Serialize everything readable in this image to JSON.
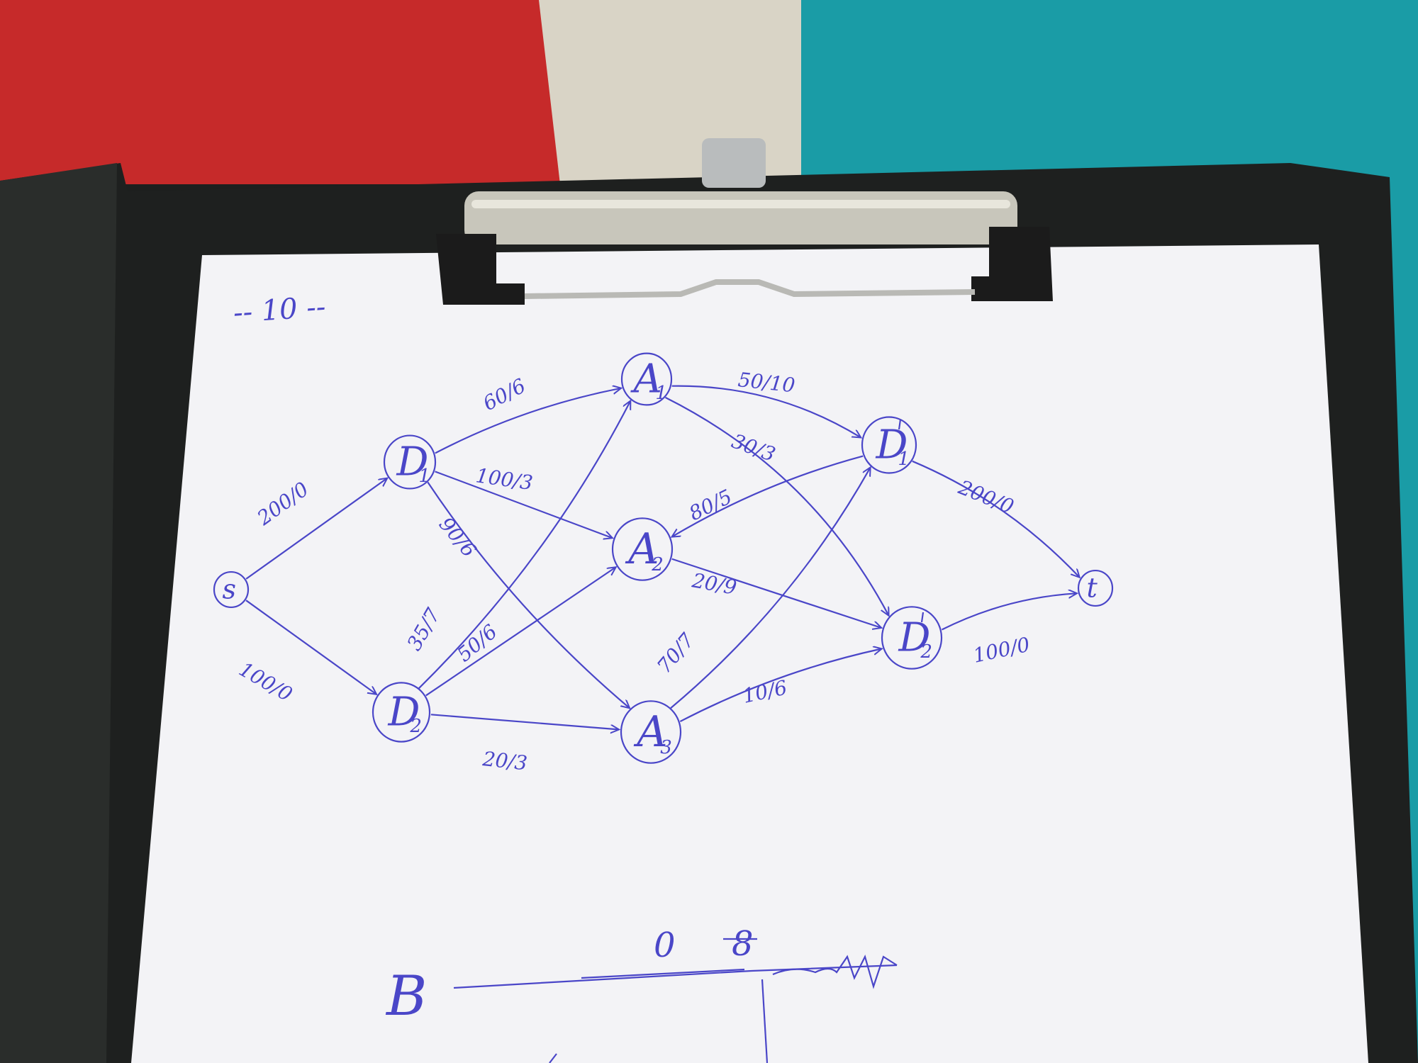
{
  "page_number": "-- 10 --",
  "colors": {
    "ink": "#4a46c8",
    "paper": "#f3f3f6",
    "clipboard": "#1d1f1e",
    "carpet_red": "#c62a2a",
    "carpet_teal": "#1a9ca6"
  },
  "nodes": [
    {
      "id": "s",
      "label": "s",
      "sub": ""
    },
    {
      "id": "D1",
      "label": "D",
      "sub": "1"
    },
    {
      "id": "D2",
      "label": "D",
      "sub": "2"
    },
    {
      "id": "A1",
      "label": "A",
      "sub": "1"
    },
    {
      "id": "A2",
      "label": "A",
      "sub": "2"
    },
    {
      "id": "A3",
      "label": "A",
      "sub": "3"
    },
    {
      "id": "D1p",
      "label": "D",
      "sub": "1"
    },
    {
      "id": "D2p",
      "label": "D",
      "sub": "2"
    },
    {
      "id": "t",
      "label": "t",
      "sub": ""
    }
  ],
  "edges": [
    {
      "from": "s",
      "to": "D1",
      "label": "200/0"
    },
    {
      "from": "s",
      "to": "D2",
      "label": "100/0"
    },
    {
      "from": "D1",
      "to": "A1",
      "label": "60/6"
    },
    {
      "from": "D1",
      "to": "A2",
      "label": "100/3"
    },
    {
      "from": "D1",
      "to": "A3",
      "label": "90/6"
    },
    {
      "from": "D2",
      "to": "A1",
      "label": "35/7"
    },
    {
      "from": "D2",
      "to": "A2",
      "label": "50/6"
    },
    {
      "from": "D2",
      "to": "A3",
      "label": "20/3"
    },
    {
      "from": "A1",
      "to": "D1p",
      "label": "50/10"
    },
    {
      "from": "A1",
      "to": "D2p",
      "label": "30/3"
    },
    {
      "from": "D1p",
      "to": "A2",
      "label": "80/5"
    },
    {
      "from": "A2",
      "to": "D2p",
      "label": "20/9"
    },
    {
      "from": "A3",
      "to": "D1p",
      "label": "70/7"
    },
    {
      "from": "A3",
      "to": "D2p",
      "label": "10/6"
    },
    {
      "from": "D1p",
      "to": "t",
      "label": "200/0"
    },
    {
      "from": "D2p",
      "to": "t",
      "label": "100/0"
    }
  ],
  "bottom_sketch": {
    "label": "B",
    "marks": [
      "0",
      "8"
    ]
  }
}
